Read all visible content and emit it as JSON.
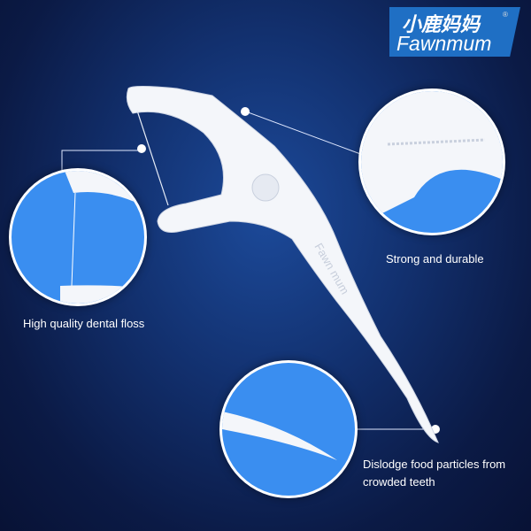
{
  "logo": {
    "chinese": "小鹿妈妈",
    "english": "Fawnmum",
    "mark": "®"
  },
  "product": {
    "imprint": "Fawn mum"
  },
  "callouts": [
    {
      "text": "High quality dental floss"
    },
    {
      "text": "Strong and durable"
    },
    {
      "text": "Dislodge food particles from crowded teeth"
    }
  ],
  "colors": {
    "background": "#0b1a45",
    "accent": "#3a8ef0",
    "logo_bg": "#1f6fc4"
  }
}
